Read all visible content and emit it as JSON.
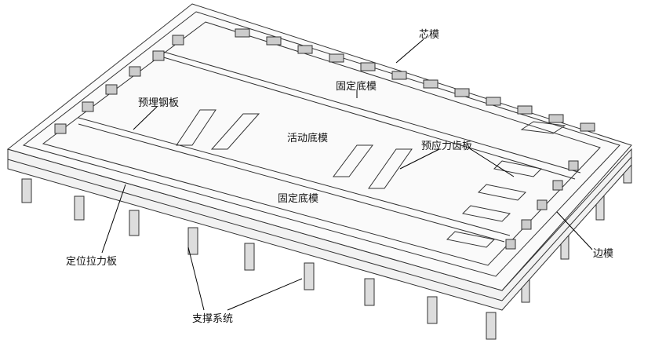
{
  "labels": {
    "core_mold": "芯模",
    "fixed_bottom_mold_top": "固定底模",
    "embedded_steel_plate": "预埋钢板",
    "movable_bottom_mold": "活动底模",
    "prestress_tooth_plate": "预应力齿板",
    "fixed_bottom_mold_bottom": "固定底模",
    "side_mold": "边模",
    "positioning_tension_plate": "定位拉力板",
    "support_system": "支撑系统"
  }
}
